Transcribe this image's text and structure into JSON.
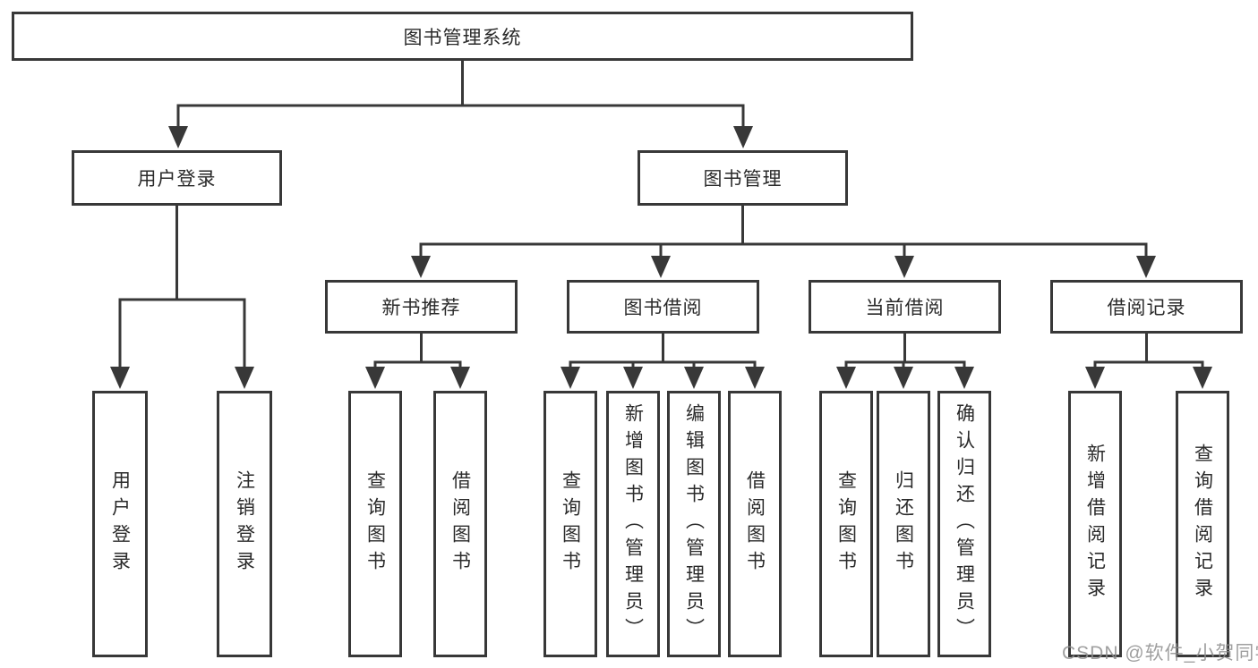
{
  "tree": {
    "root": "图书管理系统",
    "branches": [
      {
        "label": "用户登录",
        "children": [
          "用户登录",
          "注销登录"
        ]
      },
      {
        "label": "图书管理",
        "children": [
          {
            "label": "新书推荐",
            "children": [
              "查询图书",
              "借阅图书"
            ]
          },
          {
            "label": "图书借阅",
            "children": [
              "查询图书",
              "新增图书（管理员）",
              "编辑图书（管理员）",
              "借阅图书"
            ]
          },
          {
            "label": "当前借阅",
            "children": [
              "查询图书",
              "归还图书",
              "确认归还（管理员）"
            ]
          },
          {
            "label": "借阅记录",
            "children": [
              "新增借阅记录",
              "查询借阅记录"
            ]
          }
        ]
      }
    ]
  },
  "watermark": "CSDN @软件_小贺同学",
  "colors": {
    "line": "#383838",
    "box_border": "#383838",
    "text": "#2a2a2a",
    "background": "#ffffff",
    "watermark": "#8f8f8f"
  }
}
